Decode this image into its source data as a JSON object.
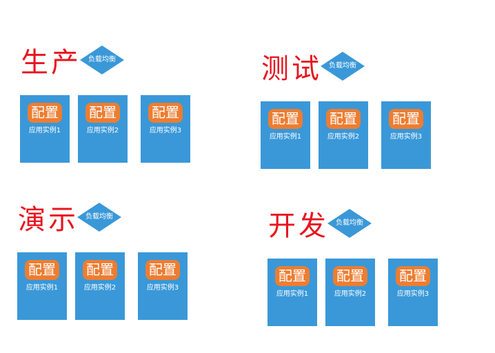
{
  "colors": {
    "title": "#e8141e",
    "box": "#3a98d8",
    "config": "#ed7d31"
  },
  "load_balancer_label": "负载均衡",
  "config_label": "配置",
  "groups": [
    {
      "title": "生产",
      "instances": [
        "应用实例1",
        "应用实例2",
        "应用实例3"
      ]
    },
    {
      "title": "测试",
      "instances": [
        "应用实例1",
        "应用实例2",
        "应用实例3"
      ]
    },
    {
      "title": "演示",
      "instances": [
        "应用实例1",
        "应用实例2",
        "应用实例3"
      ]
    },
    {
      "title": "开发",
      "instances": [
        "应用实例1",
        "应用实例2",
        "应用实例3"
      ]
    }
  ]
}
